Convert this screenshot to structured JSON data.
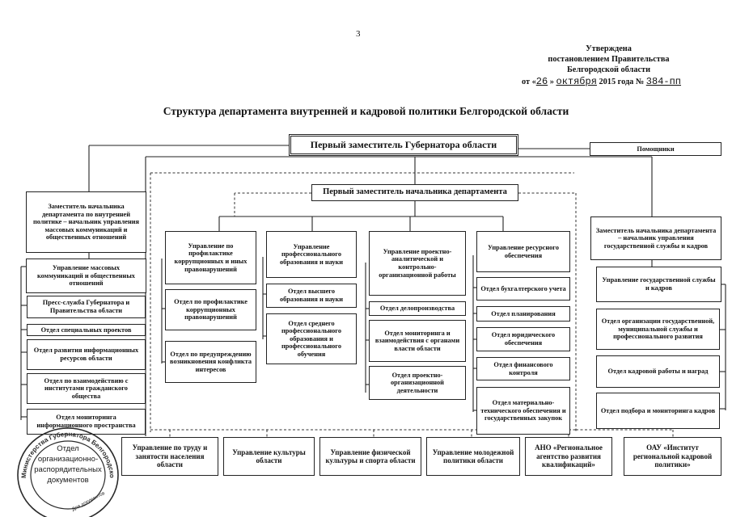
{
  "page_number": "3",
  "approval": {
    "line1": "Утверждена",
    "line2": "постановлением Правительства",
    "line3": "Белгородской области",
    "date_prefix": "от «",
    "day": "26",
    "mid": "»",
    "month": "октября",
    "year_text": "2015 года №",
    "number": "384-пп"
  },
  "title": "Структура департамента внутренней и кадровой политики Белгородской области",
  "nodes": {
    "head": "Первый заместитель Губернатора области",
    "assistants": "Помощники",
    "first_deputy": "Первый заместитель начальника департамента",
    "left_deputy": "Заместитель начальника департамента по внутренней политике – начальник управления массовых коммуникаций и общественных отношений",
    "left_mgmt": "Управление массовых коммуникаций и общественных отношений",
    "left_units": [
      "Пресс-служба Губернатора и Правительства области",
      "Отдел специальных проектов",
      "Отдел развития информационных ресурсов области",
      "Отдел по взаимодействию с институтами гражданского общества",
      "Отдел мониторинга информационного пространства"
    ],
    "col1_title": "Управление по профилактике коррупционных и иных правонарушений",
    "col1_units": [
      "Отдел по профилактике коррупционных правонарушений",
      "Отдел по предупреждению возникновения конфликта интересов"
    ],
    "col2_title": "Управление профессионального образования и науки",
    "col2_units": [
      "Отдел высшего образования и науки",
      "Отдел среднего профессионального образования и профессионального обучения"
    ],
    "col3_title": "Управление проектно-аналитической и контрольно-организационной работы",
    "col3_units": [
      "Отдел делопроизводства",
      "Отдел мониторинга и взаимодействия с органами власти области",
      "Отдел проектно-организационной деятельности"
    ],
    "col4_title": "Управление ресурсного обеспечения",
    "col4_units": [
      "Отдел бухгалтерского учета",
      "Отдел планирования",
      "Отдел юридического обеспечения",
      "Отдел финансового контроля",
      "Отдел материально-технического обеспечения и государственных закупок"
    ],
    "right_deputy": "Заместитель начальника департамента – начальник управления государственной службы и кадров",
    "right_mgmt": "Управление государственной службы и кадров",
    "right_units": [
      "Отдел организации государственной, муниципальной службы и профессионального развития",
      "Отдел кадровой работы и наград",
      "Отдел подбора и мониторинга кадров"
    ],
    "bottom": [
      "Управление по труду и занятости населения области",
      "Управление культуры области",
      "Управление физической культуры и спорта области",
      "Управление молодежной политики области",
      "АНО «Региональное агентство развития квалификаций»",
      "ОАУ «Институт региональной кадровой политики»"
    ]
  },
  "stamp": {
    "center": [
      "Отдел",
      "организационно-",
      "распорядительных",
      "документов"
    ],
    "ring": "Министерства Губернатора Белгородской области",
    "bottom_text": "Для документов"
  }
}
